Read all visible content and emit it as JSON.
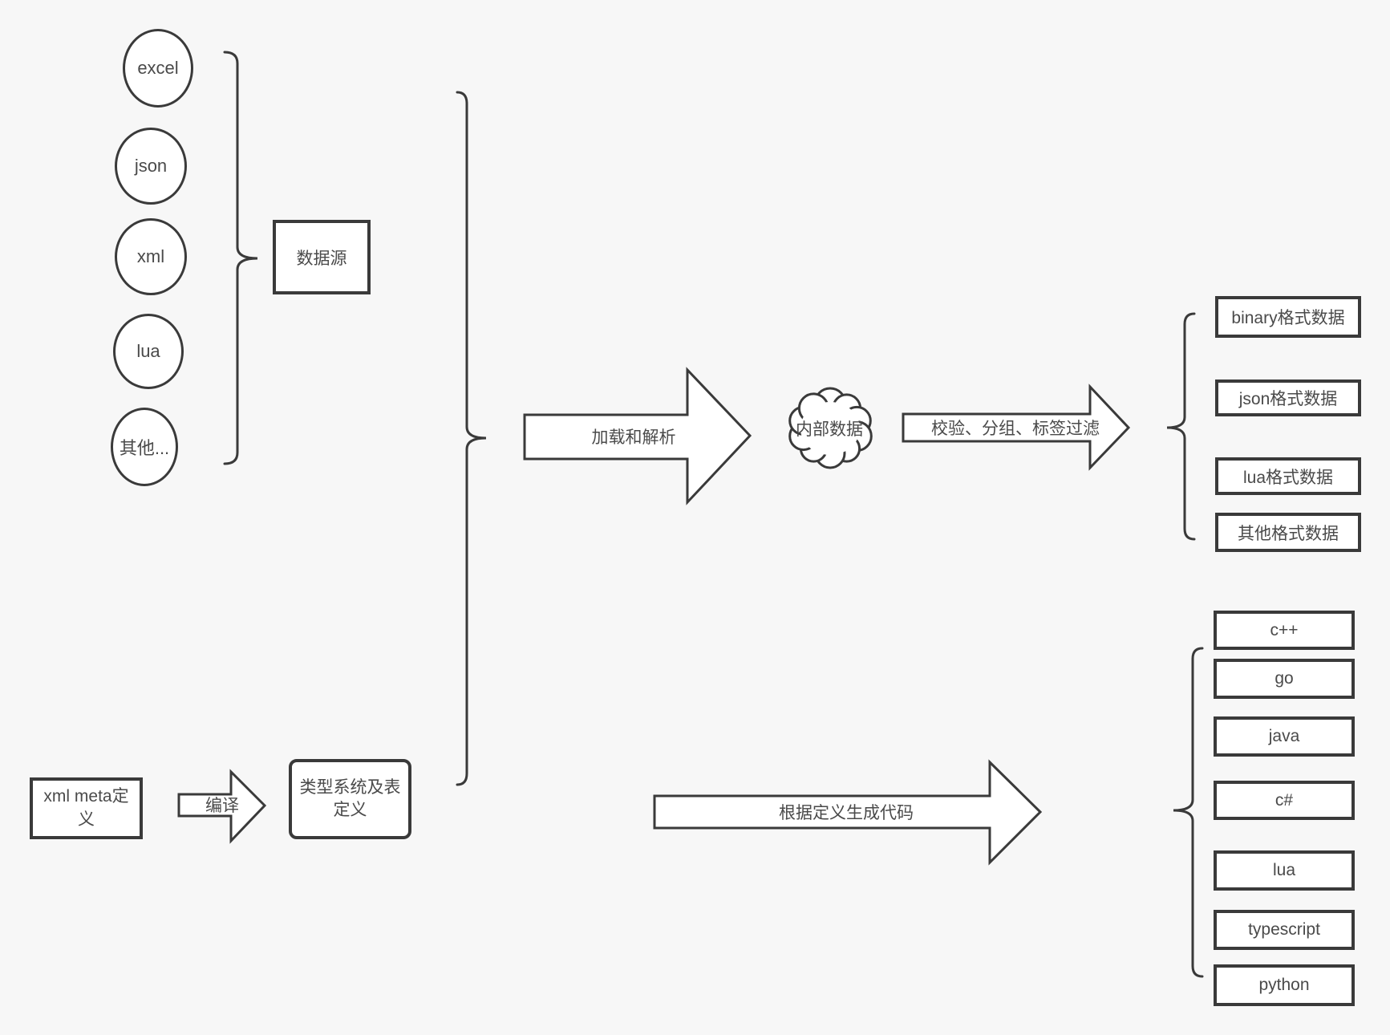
{
  "canvas": {
    "background": "#f7f7f7",
    "shape_fill": "#ffffff",
    "stroke_color": "#3a3a3a",
    "text_color": "#4a4a4a"
  },
  "data_sources": {
    "nodes": [
      "excel",
      "json",
      "xml",
      "lua",
      "其他..."
    ],
    "group_box_label": "数据源"
  },
  "parse_flow": {
    "load_arrow_label": "加载和解析",
    "internal_data_label": "内部数据",
    "filter_arrow_label": "校验、分组、标签过滤"
  },
  "meta_flow": {
    "xml_meta_box_label": "xml meta定义",
    "compile_arrow_label": "编译",
    "type_system_box_label": "类型系统及表定义",
    "generate_arrow_label": "根据定义生成代码"
  },
  "output_formats": [
    "binary格式数据",
    "json格式数据",
    "lua格式数据",
    "其他格式数据"
  ],
  "target_languages": [
    "c++",
    "go",
    "java",
    "c#",
    "lua",
    "typescript",
    "python"
  ]
}
